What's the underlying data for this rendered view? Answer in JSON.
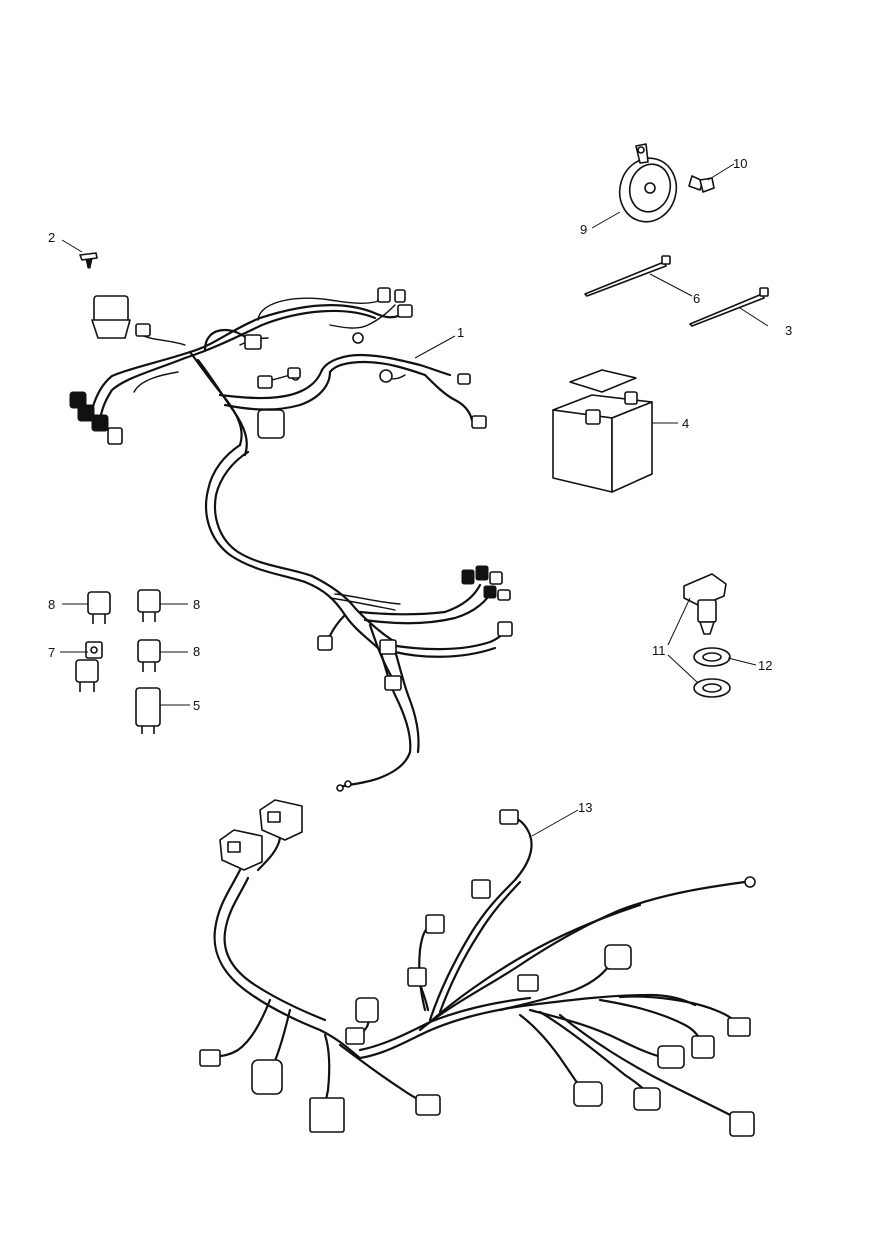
{
  "callouts": {
    "c1": "1",
    "c2": "2",
    "c3": "3",
    "c4": "4",
    "c5": "5",
    "c6": "6",
    "c7": "7",
    "c8a": "8",
    "c8b": "8",
    "c8c": "8",
    "c9": "9",
    "c10": "10",
    "c11": "11",
    "c12": "12",
    "c13": "13"
  },
  "parts": [
    {
      "ref": "1",
      "icon": "main-wiring-harness-icon"
    },
    {
      "ref": "2",
      "icon": "screw-icon"
    },
    {
      "ref": "3",
      "icon": "cable-tie-icon"
    },
    {
      "ref": "4",
      "icon": "battery-icon"
    },
    {
      "ref": "5",
      "icon": "relay-icon"
    },
    {
      "ref": "6",
      "icon": "cable-tie-icon"
    },
    {
      "ref": "7",
      "icon": "relay-icon"
    },
    {
      "ref": "8",
      "icon": "relay-icon"
    },
    {
      "ref": "9",
      "icon": "horn-icon"
    },
    {
      "ref": "10",
      "icon": "bolt-icon"
    },
    {
      "ref": "11",
      "icon": "switch-icon"
    },
    {
      "ref": "12",
      "icon": "washer-icon"
    },
    {
      "ref": "13",
      "icon": "engine-harness-icon"
    }
  ],
  "colors": {
    "ink": "#111111",
    "background": "#ffffff"
  }
}
